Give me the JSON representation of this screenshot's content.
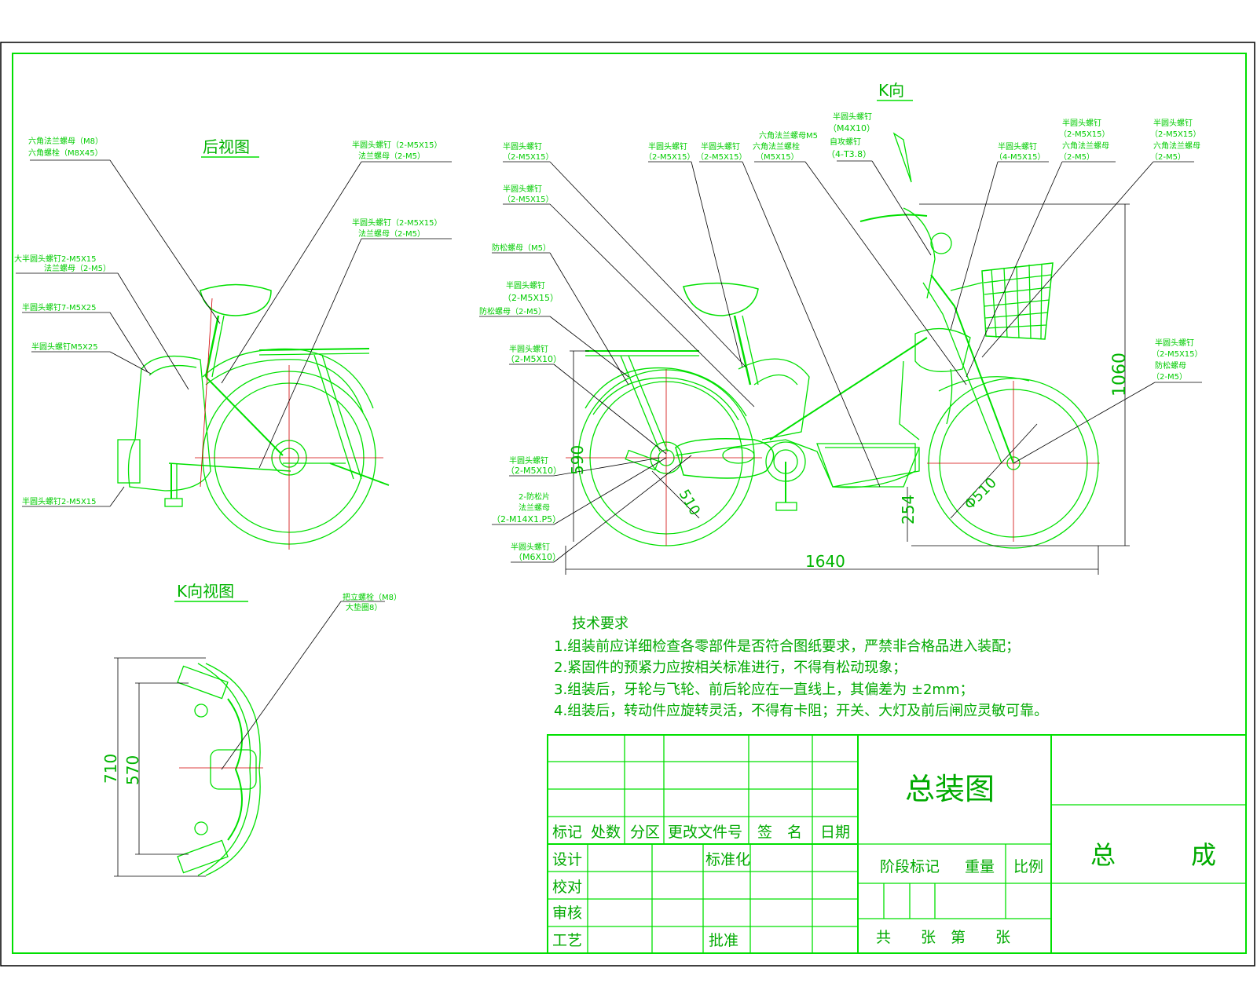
{
  "colors": {
    "line": "#00e000",
    "text": "#00c000",
    "frame": "#000000",
    "centerline": "#d00000"
  },
  "views": {
    "rear_title": "后视图",
    "k_arrow": "K向",
    "k_view_title": "K向视图"
  },
  "callouts": {
    "rear": [
      {
        "a": "六角法兰螺母（M8）",
        "b": "六角螺栓（M8X45）"
      },
      {
        "a": "半圆头螺钉（2-M5X15）",
        "b": "法兰螺母（2-M5）"
      },
      {
        "a": "半圆头螺钉（2-M5X15）",
        "b": "法兰螺母（2-M5）"
      },
      {
        "a": "大半圆头螺钉2-M5X15",
        "b": "法兰螺母（2-M5）"
      },
      {
        "a": "半圆头螺钉7-M5X25",
        "b": ""
      },
      {
        "a": "半圆头螺钉M5X25",
        "b": ""
      },
      {
        "a": "半圆头螺钉2-M5X15",
        "b": ""
      }
    ],
    "side": [
      {
        "a": "半圆头螺钉",
        "b": "（2-M5X15）"
      },
      {
        "a": "半圆头螺钉",
        "b": "（2-M5X15）"
      },
      {
        "a": "防松螺母（M5）",
        "b": ""
      },
      {
        "a": "半圆头螺钉",
        "b": "（2-M5X15）",
        "c": "防松螺母（2-M5）"
      },
      {
        "a": "半圆头螺钉",
        "b": "（2-M5X10）"
      },
      {
        "a": "半圆头螺钉",
        "b": "（2-M5X10）"
      },
      {
        "a": "2-防松片",
        "b": "法兰螺母",
        "c": "（2-M14X1.P5）"
      },
      {
        "a": "半圆头螺钉",
        "b": "（M6X10）"
      },
      {
        "a": "半圆头螺钉",
        "b": "（2-M5X15）"
      },
      {
        "a": "半圆头螺钉",
        "b": "（2-M5X15）"
      },
      {
        "a": "六角法兰螺母M5",
        "b": "六角法兰螺栓",
        "c": "（M5X15）"
      },
      {
        "a": "半圆头螺钉",
        "b": "（M4X10）",
        "c": "自攻螺钉",
        "d": "（4-T3.8）"
      },
      {
        "a": "半圆头螺钉",
        "b": "（4-M5X15）"
      },
      {
        "a": "半圆头螺钉",
        "b": "（2-M5X15）",
        "c": "六角法兰螺母",
        "d": "（2-M5）"
      },
      {
        "a": "半圆头螺钉",
        "b": "（2-M5X15）",
        "c": "六角法兰螺母",
        "d": "（2-M5）"
      },
      {
        "a": "半圆头螺钉",
        "b": "（2-M5X15）",
        "c": "防松螺母",
        "d": "（2-M5）"
      }
    ],
    "k_view": {
      "a": "把立螺栓（M8）",
      "b": "大垫圈8）"
    }
  },
  "dimensions": {
    "overall_length": "1640",
    "height": "1060",
    "rear_height": "590",
    "pedal_height": "254",
    "rear_wheel": "510",
    "front_wheel": "Φ510",
    "k_width_outer": "710",
    "k_width_inner": "570"
  },
  "tech": {
    "title": "技术要求",
    "items": [
      "1.组装前应详细检查各零部件是否符合图纸要求，严禁非合格品进入装配；",
      "2.紧固件的预紧力应按相关标准进行，不得有松动现象；",
      "3.组装后，牙轮与飞轮、前后轮应在一直线上，其偏差为 ±2mm；",
      "4.组装后，转动件应旋转灵活，不得有卡阻；开关、大灯及前后闸应灵敏可靠。"
    ]
  },
  "title_block": {
    "rev_headers": [
      "标记",
      "处数",
      "分区",
      "更改文件号",
      "签　名",
      "日期"
    ],
    "roles": [
      "设计",
      "校对",
      "审核",
      "工艺"
    ],
    "standardization": "标准化",
    "approval": "批准",
    "drawing_name": "总装图",
    "stage_mark": "阶段标记",
    "weight": "重量",
    "scale": "比例",
    "sheets": "共　　张　第　　张",
    "part_name": "总　　　成"
  }
}
